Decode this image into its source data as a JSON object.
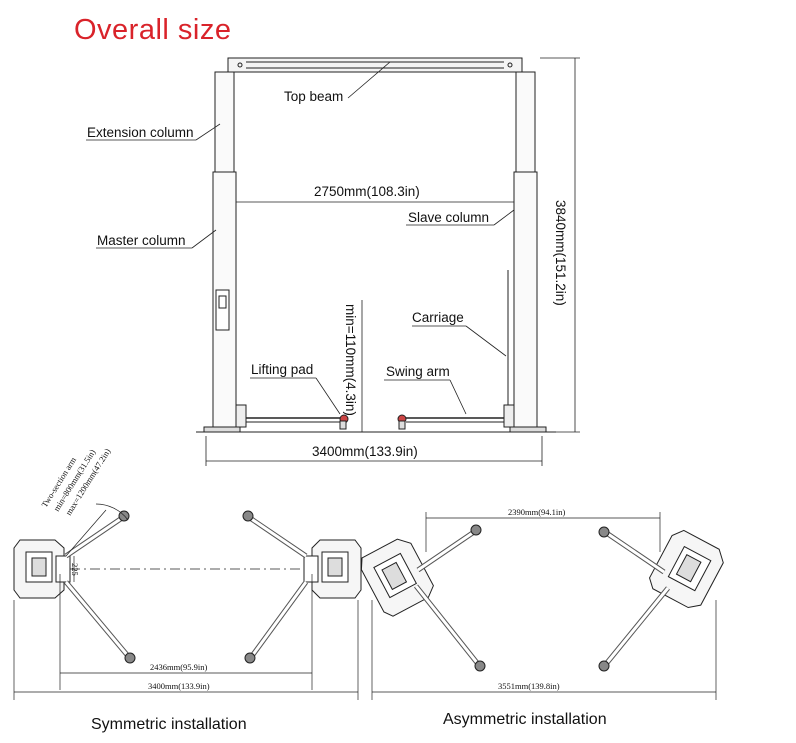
{
  "title": "Overall size",
  "labels": {
    "top_beam": "Top beam",
    "extension_column": "Extension column",
    "master_column": "Master column",
    "slave_column": "Slave column",
    "carriage": "Carriage",
    "lifting_pad": "Lifting pad",
    "swing_arm": "Swing arm"
  },
  "dimensions": {
    "inner_width": "2750mm(108.3in)",
    "height": "3840mm(151.2in)",
    "min_height": "min=110mm(4.3in)",
    "base_width": "3400mm(133.9in)",
    "arm_title": "Two-section arm",
    "arm_min": "min=800mm(31.5in)",
    "arm_max": "max=1200mm(47.2in)",
    "sym_offset": "225",
    "sym_inner": "2436mm(95.9in)",
    "sym_outer": "3400mm(133.9in)",
    "asym_inner": "2390mm(94.1in)",
    "asym_outer": "3551mm(139.8in)"
  },
  "captions": {
    "symmetric": "Symmetric installation",
    "asymmetric": "Asymmetric installation"
  }
}
